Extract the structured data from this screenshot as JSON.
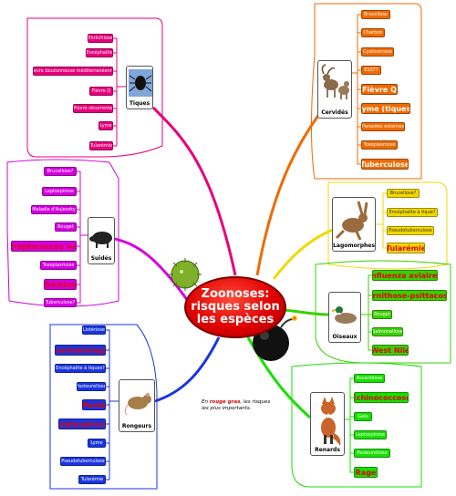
{
  "center_title": "Zoonoses: risques selon les espèces",
  "note": {
    "pre": "En ",
    "red": "rouge gras",
    "post": ", les risques les plus importants."
  },
  "species": {
    "tiques": {
      "label": "Tiques",
      "color": "#e8007a",
      "items": [
        "Ehrlichiose",
        "Encéphalite",
        "Fièvre boutonneuse méditerranéenne",
        "Fièvre Q",
        "Fièvre récurrente",
        "Lyme",
        "Tularémie"
      ]
    },
    "suides": {
      "label": "Suidés",
      "color": "#d400e0",
      "items": [
        "Brucellose?",
        "Leptospirose",
        "Maladie d'Aujeszky",
        "Rouget",
        "Streptococcus suis",
        "Toxoplasmose",
        "Trichine",
        "Tuberculose?"
      ]
    },
    "rongeurs": {
      "label": "Rongeurs",
      "color": "#1a35e0",
      "items": [
        "Listériose",
        "Chorioméningite",
        "Encéphalite à tiques?",
        "Pasteurellose",
        "Peste",
        "Leptospirose",
        "Lyme",
        "Pseudotuberculose",
        "Tularémie"
      ]
    },
    "cervides": {
      "label": "Cervidés",
      "color": "#f06a00",
      "items": [
        "Brucellose",
        "Charbon",
        "Cysticercose",
        "ESST?",
        "Fièvre Q",
        "Lyme (tiques)",
        "Parasites externes",
        "Toxoplasmose",
        "Tuberculose"
      ]
    },
    "lagomorphes": {
      "label": "Lagomorphes",
      "color": "#f2d800",
      "items": [
        "Brucellose?",
        "Encéphalite à tique?",
        "Pseudotuberculose",
        "Tularémie"
      ]
    },
    "oiseaux": {
      "label": "Oiseaux",
      "color": "#3ad000",
      "items": [
        "Influenza aviaire?",
        "Ornithose-psittacose",
        "Rouget",
        "Salmonellose",
        "West Nile"
      ]
    },
    "renards": {
      "label": "Renards",
      "color": "#18e000",
      "items": [
        "Ascaridiose",
        "Echinococcose",
        "Gale",
        "Leptospirose",
        "Pasteurellose",
        "Rage"
      ]
    }
  }
}
